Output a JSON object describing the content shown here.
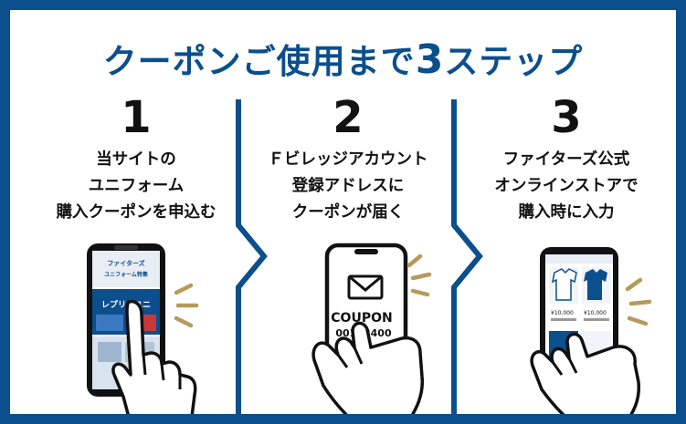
{
  "title": {
    "prefix": "クーポンご使用まで",
    "number": "3",
    "suffix": "ステップ"
  },
  "steps": [
    {
      "number": "1",
      "lines": [
        "当サイトの",
        "ユニフォーム",
        "購入クーポンを申込む"
      ]
    },
    {
      "number": "2",
      "lines": [
        "Ｆビレッジアカウント",
        "登録アドレスに",
        "クーポンが届く"
      ]
    },
    {
      "number": "3",
      "lines": [
        "ファイターズ公式",
        "オンラインストアで",
        "購入時に入力"
      ]
    }
  ],
  "phone1": {
    "banner": "ファイターズ",
    "banner2": "ユニフォーム特集",
    "headline": "レプリカユニ"
  },
  "phone2": {
    "coupon": "COUPON",
    "code": "00123400"
  },
  "phone3": {
    "price1": "¥10,000",
    "price2": "¥10,000"
  },
  "colors": {
    "brand_blue": "#0b4f8c",
    "accent_gold": "#b69a5b"
  }
}
